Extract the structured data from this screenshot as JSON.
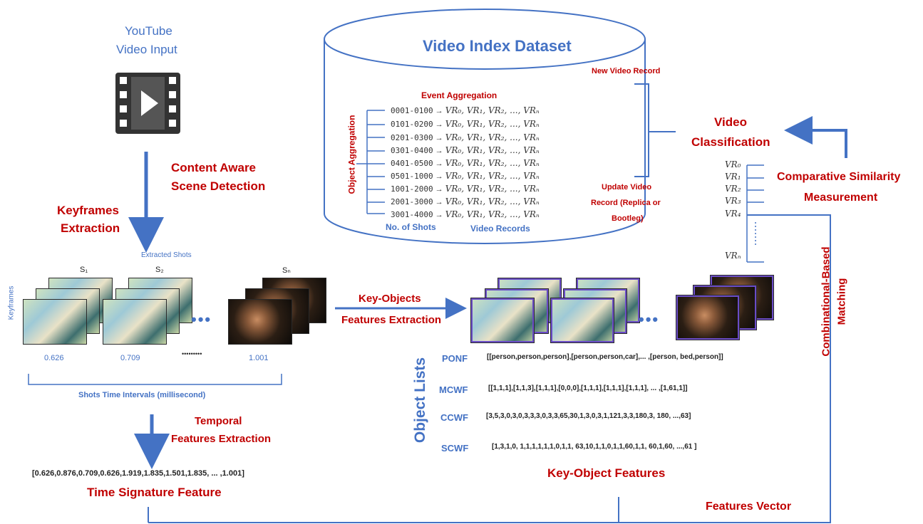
{
  "input": {
    "title_line1": "YouTube",
    "title_line2": "Video Input"
  },
  "steps": {
    "content_aware_line1": "Content Aware",
    "content_aware_line2": "Scene Detection",
    "keyframes_line1": "Keyframes",
    "keyframes_line2": "Extraction",
    "extracted_shots": "Extracted Shots",
    "keyframes_axis": "Keyframes",
    "shot_labels": [
      "S₁",
      "S₂",
      "Sₙ"
    ],
    "ellipsis": "•••",
    "time_values": [
      "0.626",
      "0.709",
      "•••••••••",
      "1.001"
    ],
    "time_caption": "Shots Time Intervals (millisecond)",
    "temporal_line1": "Temporal",
    "temporal_line2": "Features Extraction",
    "time_signature_vector": "[0.626,0.876,0.709,0.626,1.919,1.835,1.501,1.835, ... ,1.001]",
    "time_signature_label": "Time Signature Feature"
  },
  "dataset": {
    "title": "Video Index Dataset",
    "event_aggregation": "Event Aggregation",
    "object_aggregation": "Object Aggregation",
    "rows": [
      {
        "range": "0001-0100",
        "records": "VR₀, VR₁, VR₂, ..., VRₙ"
      },
      {
        "range": "0101-0200",
        "records": "VR₀, VR₁, VR₂, ..., VRₙ"
      },
      {
        "range": "0201-0300",
        "records": "VR₀, VR₁, VR₂, ..., VRₙ"
      },
      {
        "range": "0301-0400",
        "records": "VR₀, VR₁, VR₂, ..., VRₙ"
      },
      {
        "range": "0401-0500",
        "records": "VR₀, VR₁, VR₂, ..., VRₙ"
      },
      {
        "range": "0501-1000",
        "records": "VR₀, VR₁, VR₂, ..., VRₙ"
      },
      {
        "range": "1001-2000",
        "records": "VR₀, VR₁, VR₂, ..., VRₙ"
      },
      {
        "range": "2001-3000",
        "records": "VR₀, VR₁, VR₂, ..., VRₙ"
      },
      {
        "range": "3001-4000",
        "records": "VR₀, VR₁, VR₂, ..., VRₙ"
      }
    ],
    "arrow_glyph": "→",
    "no_of_shots": "No. of Shots",
    "video_records": "Video Records"
  },
  "classification": {
    "new_record": "New Video Record",
    "update_line1": "Update Video",
    "update_line2": "Record (Replica or",
    "update_line3": "Bootleg)",
    "video_line1": "Video",
    "video_line2": "Classification",
    "similarity_line1": "Comparative Similarity",
    "similarity_line2": "Measurement",
    "vr_list": [
      "VR₀",
      "VR₁",
      "VR₂",
      "VR₃",
      "VR₄",
      "VRₙ"
    ],
    "matching_line1": "Combinational-Based",
    "matching_line2": "Matching"
  },
  "objects": {
    "extraction_line1": "Key-Objects",
    "extraction_line2": "Features Extraction",
    "ellipsis": "•••",
    "lists_label": "Object Lists",
    "features": [
      {
        "name": "PONF",
        "value": "[[person,person,person],[person,person,car],... ,[person, bed,person]]"
      },
      {
        "name": "MCWF",
        "value": "[[1,1,1],[1,1,3],[1,1,1],[0,0,0],[1,1,1],[1,1,1],[1,1,1], ... ,[1,61,1]]"
      },
      {
        "name": "CCWF",
        "value": "[3,5,3,0,3,0,3,3,3,0,3,3,65,30,1,3,0,3,1,121,3,3,180,3, 180, ...,63]"
      },
      {
        "name": "SCWF",
        "value": "[1,3,1,0, 1,1,1,1,1,1,0,1,1, 63,10,1,1,0,1,1,60,1,1, 60,1,60, ...,61 ]"
      }
    ],
    "key_object_features": "Key-Object Features",
    "features_vector": "Features Vector"
  },
  "colors": {
    "blue": "#4472c4",
    "red": "#c00000"
  }
}
